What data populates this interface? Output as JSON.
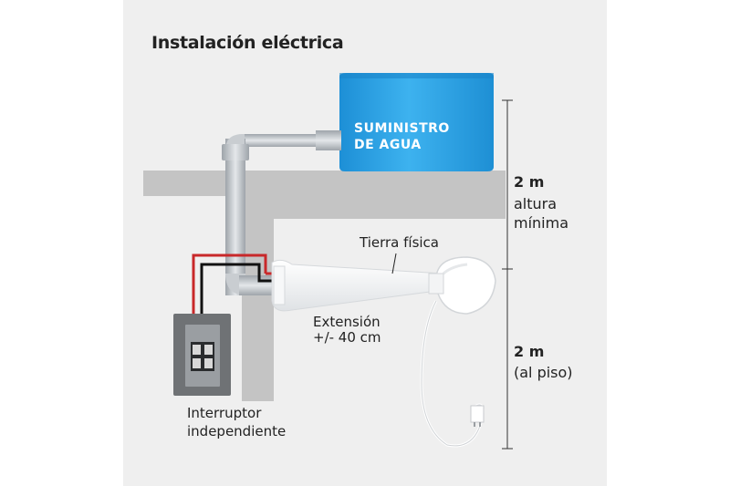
{
  "title": "Instalación eléctrica",
  "tank": {
    "line1": "SUMINISTRO",
    "line2": "DE AGUA",
    "color": "#2aa3e6"
  },
  "labels": {
    "ground": "Tierra física",
    "extension_line1": "Extensión",
    "extension_line2": "+/- 40 cm",
    "switch_line1": "Interruptor",
    "switch_line2": "independiente"
  },
  "dimensions": {
    "upper": {
      "value": "2 m",
      "desc_line1": "altura",
      "desc_line2": "mínima"
    },
    "lower": {
      "value": "2 m",
      "desc": "(al piso)"
    }
  },
  "colors": {
    "wall": "#c4c4c4",
    "pipe": "#bfc4c9",
    "wire_red": "#c8282a",
    "wire_black": "#111111",
    "switch_box": "#6f7275"
  }
}
